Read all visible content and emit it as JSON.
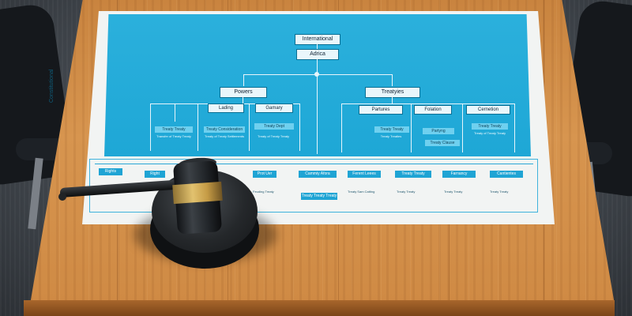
{
  "blueprint": {
    "side_label": "Constitutional",
    "top_nodes": [
      "International",
      "Adrica"
    ],
    "branches": [
      {
        "label": "Powers",
        "children": [
          {
            "label": "",
            "box": "Treaty Treaty",
            "text": "Transfer of Treaty Treaty"
          },
          {
            "label": "Lading",
            "box": "Treaty Consideration",
            "text": "Treaty of Treaty Settlements"
          },
          {
            "label": "Gamary",
            "box": "Treaty Dept",
            "text": "Treaty of Treaty Treaty"
          }
        ]
      },
      {
        "label": "Treatyies",
        "children": [
          {
            "label": "Partures",
            "box": "Treaty Treaty",
            "text": "Treaty Treaties"
          },
          {
            "label": "Folation",
            "box": "Partyng",
            "text": "Treaty Clause"
          },
          {
            "label": "Cernetion",
            "box": "Treaty Treaty",
            "text": "Treaty of Treaty Treaty"
          }
        ]
      }
    ],
    "bottom_row": [
      {
        "label": "Rights",
        "text": "Freedom of That Treaty"
      },
      {
        "label": "Right",
        "text": ""
      },
      {
        "label": "",
        "text": ""
      },
      {
        "label": "Prot Uer",
        "text": "Feuding Treaty"
      },
      {
        "label": "Cammiy Afora",
        "text": "Treaty Treaty Treaty"
      },
      {
        "label": "Ferent Leees",
        "text": "Treaty Sam Catting"
      },
      {
        "label": "Treaty Treaty",
        "text": "Treaty Treaty"
      },
      {
        "label": "Farnancy",
        "text": "Treaty Treaty"
      },
      {
        "label": "Cantientes",
        "text": "Treaty Treaty"
      }
    ]
  },
  "colors": {
    "blueprint": "#1ea7d6",
    "paper": "#f2f4f3",
    "wood": "#d08b45",
    "gavel_band": "#d4b05a"
  }
}
